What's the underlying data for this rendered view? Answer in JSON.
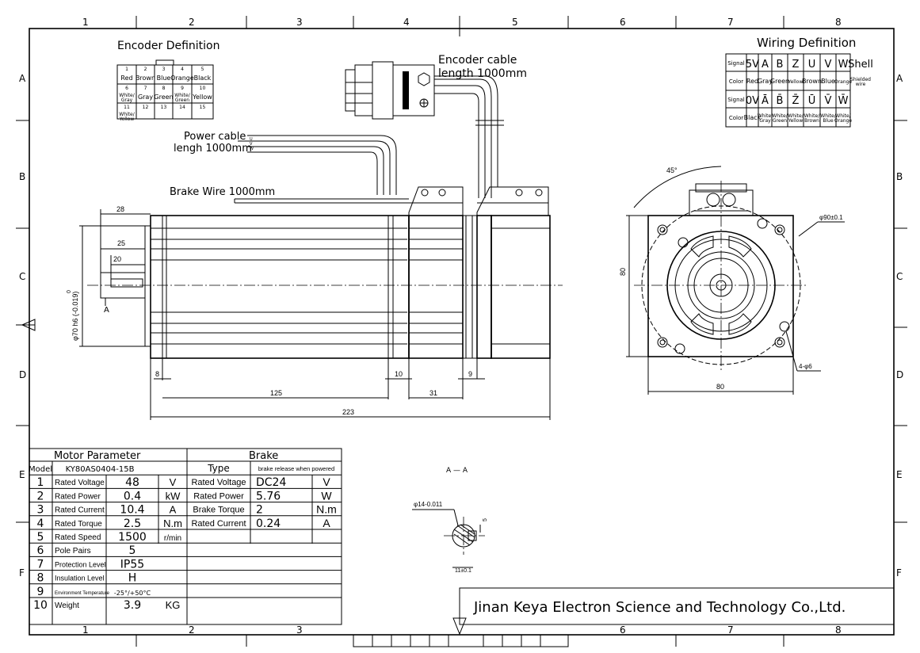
{
  "frame": {
    "cols": [
      "1",
      "2",
      "3",
      "4",
      "5",
      "6",
      "7",
      "8"
    ],
    "rows": [
      "A",
      "B",
      "C",
      "D",
      "E",
      "F"
    ]
  },
  "encoder_definition": {
    "title": "Encoder Definition",
    "pins": [
      {
        "num": "1",
        "color": "Red"
      },
      {
        "num": "2",
        "color": "Brown"
      },
      {
        "num": "3",
        "color": "Blue"
      },
      {
        "num": "4",
        "color": "Orange"
      },
      {
        "num": "5",
        "color": "Black"
      },
      {
        "num": "6",
        "color": "White/ Gray"
      },
      {
        "num": "7",
        "color": "Gray"
      },
      {
        "num": "8",
        "color": "Green"
      },
      {
        "num": "9",
        "color": "White/ Green"
      },
      {
        "num": "10",
        "color": "Yellow"
      },
      {
        "num": "11",
        "color": "White/ Yellow"
      },
      {
        "num": "12",
        "color": ""
      },
      {
        "num": "13",
        "color": ""
      },
      {
        "num": "14",
        "color": ""
      },
      {
        "num": "15",
        "color": ""
      }
    ]
  },
  "wiring_definition": {
    "title": "Wiring Definition",
    "row1_label": "Signal",
    "row1": [
      "5V",
      "A",
      "B",
      "Z",
      "U",
      "V",
      "W",
      "Shell"
    ],
    "row2_label": "Color",
    "row2": [
      "Red",
      "Gray",
      "Green",
      "Yellow",
      "Brown",
      "Blue",
      "Orange",
      "Shielded wire"
    ],
    "row3_label": "Signal",
    "row3": [
      "0V",
      "Ā",
      "B̄",
      "Z̄",
      "Ū",
      "V̄",
      "W̄"
    ],
    "row4_label": "Color",
    "row4": [
      "Black",
      "White/ Gray",
      "White/ Green",
      "White/ Yellow",
      "White/ Brown",
      "White/ Blue",
      "White/ Orange"
    ]
  },
  "callouts": {
    "encoder_cable": "Encoder cable",
    "encoder_cable_len": "length 1000mm",
    "power_cable": "Power cable",
    "power_cable_len": "lengh 1000mm",
    "power_leads": [
      "U",
      "V",
      "W"
    ],
    "brake_wire": "Brake Wire 1000mm"
  },
  "dimensions": {
    "d28": "28",
    "d25": "25",
    "d20": "20",
    "shaft_dia": "φ70 h6 (-0.019)",
    "tol_top": "0",
    "section_mark": "A",
    "d8": "8",
    "d10": "10",
    "d9": "9",
    "d125": "125",
    "d31": "31",
    "d223": "223",
    "angle": "45°",
    "pcd": "φ90±0.1",
    "height80": "80",
    "width80": "80",
    "holes": "4-φ6"
  },
  "section_view": {
    "title": "A — A",
    "shaft": "φ14-0.011",
    "key": "5",
    "flat": "11±0.1"
  },
  "motor_parameter": {
    "title": "Motor Parameter",
    "model_label": "Model",
    "model_value": "KY80AS0404-15B",
    "rows": [
      {
        "num": "1",
        "name": "Rated Voltage",
        "value": "48",
        "unit": "V"
      },
      {
        "num": "2",
        "name": "Rated Power",
        "value": "0.4",
        "unit": "kW"
      },
      {
        "num": "3",
        "name": "Rated Current",
        "value": "10.4",
        "unit": "A"
      },
      {
        "num": "4",
        "name": "Rated Torque",
        "value": "2.5",
        "unit": "N.m"
      },
      {
        "num": "5",
        "name": "Rated Speed",
        "value": "1500",
        "unit": "r/min"
      },
      {
        "num": "6",
        "name": "Pole Pairs",
        "value": "5",
        "unit": ""
      },
      {
        "num": "7",
        "name": "Protection Level",
        "value": "IP55",
        "unit": ""
      },
      {
        "num": "8",
        "name": "Insulation Level",
        "value": "H",
        "unit": ""
      },
      {
        "num": "9",
        "name": "Environment Temperature",
        "value": "-25°/+50°C",
        "unit": ""
      },
      {
        "num": "10",
        "name": "Weight",
        "value": "3.9",
        "unit": "KG"
      }
    ]
  },
  "brake": {
    "title": "Brake",
    "type_label": "Type",
    "type_value": "brake release when powered",
    "rows": [
      {
        "name": "Rated Voltage",
        "value": "DC24",
        "unit": "V"
      },
      {
        "name": "Rated Power",
        "value": "5.76",
        "unit": "W"
      },
      {
        "name": "Brake Torque",
        "value": "2",
        "unit": "N.m"
      },
      {
        "name": "Rated Current",
        "value": "0.24",
        "unit": "A"
      }
    ]
  },
  "company": "Jinan Keya Electron Science and Technology Co.,Ltd."
}
